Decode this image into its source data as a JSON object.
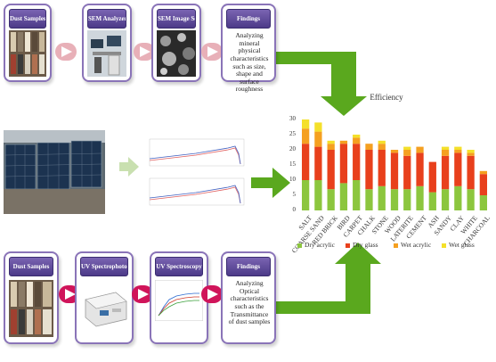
{
  "steps": {
    "dust_samples_1": "Dust Samples",
    "sem_analyzer": "SEM Analyzer",
    "sem_scan": "SEM Image Scan",
    "findings_1_title": "Findings",
    "findings_1_text": "Analyzing mineral physical characteristics such as size, shape and surface roughness",
    "dust_samples_2": "Dust Samples",
    "uv_spectro": "UV Spectrophotometer",
    "uv_spectroscopy": "UV Spectroscopy",
    "findings_2_title": "Findings",
    "findings_2_text": "Analyzing Optical characteristics such as the Transmittance of dust samples"
  },
  "colors": {
    "card_border": "#8a74b8",
    "card_header": "#5a46a0",
    "arrow_green": "#5aa81e",
    "chevron_pink": "#e8b0b8",
    "chevron_magenta": "#d0145a"
  },
  "chart_data": {
    "type": "bar",
    "stacked": true,
    "title": "Efficiency",
    "categories": [
      "SALT",
      "COARSE SAND",
      "RED BRICK",
      "BIRD",
      "CARPET",
      "CHALK",
      "STONE",
      "WOOD",
      "LATERITE",
      "CEMENT",
      "ASH",
      "SANDY",
      "CLAY",
      "WHITE",
      "CHARCOAL"
    ],
    "series": [
      {
        "name": "Dry acrylic",
        "color": "#8cc63e",
        "values": [
          10,
          10,
          7,
          9,
          10,
          7,
          8,
          7,
          7,
          8,
          6,
          7,
          8,
          7,
          5
        ]
      },
      {
        "name": "Dry glass",
        "color": "#e8401c",
        "values": [
          12,
          11,
          13,
          13,
          12,
          13,
          12,
          12,
          11,
          11,
          10,
          11,
          11,
          11,
          7
        ]
      },
      {
        "name": "Wet acrylic",
        "color": "#f5a020",
        "values": [
          5,
          5,
          2,
          1,
          2,
          2,
          2,
          1,
          2,
          2,
          0,
          2,
          1,
          1,
          1
        ]
      },
      {
        "name": "Wet glass",
        "color": "#f4e02a",
        "values": [
          3,
          3,
          1,
          0,
          1,
          0,
          1,
          0,
          1,
          0,
          0,
          1,
          1,
          1,
          0
        ]
      }
    ],
    "ylim": [
      0,
      30
    ],
    "yticks": [
      0,
      5,
      10,
      15,
      20,
      25,
      30
    ],
    "legend": "bottom",
    "grid": false
  }
}
